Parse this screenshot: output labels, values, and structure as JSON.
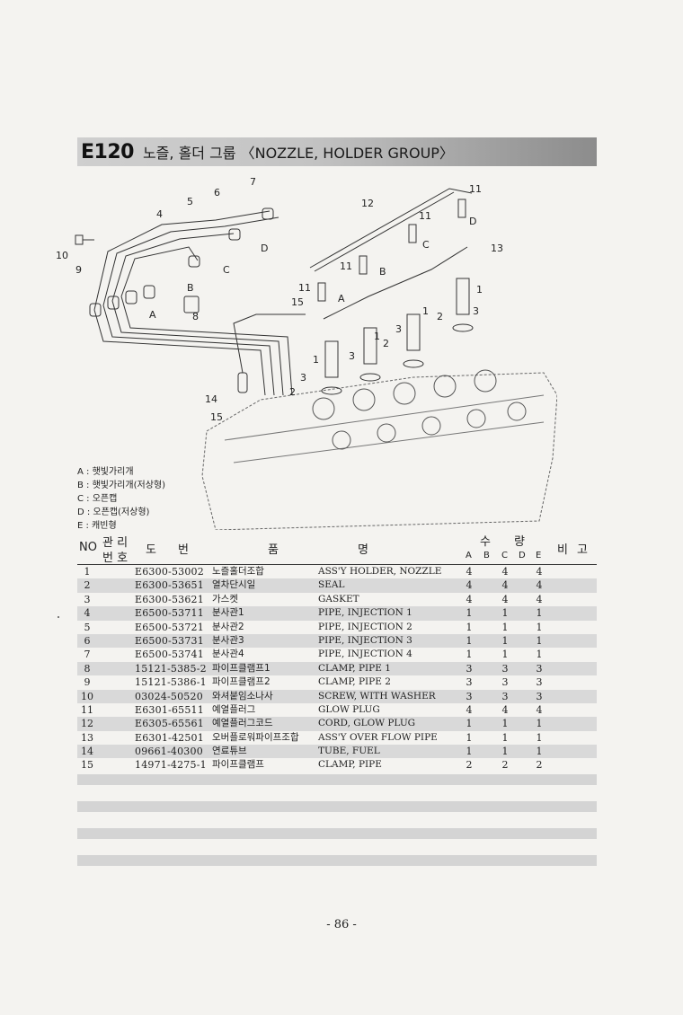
{
  "header": {
    "code": "E120",
    "title": "노즐, 홀더 그룹 〈NOZZLE, HOLDER GROUP〉"
  },
  "legend": [
    "A : 햇빛가리개",
    "B : 햇빛가리개(저상형)",
    "C : 오픈캡",
    "D : 오픈캡(저상형)",
    "E : 캐빈형"
  ],
  "diagram_labels": {
    "n1": "1",
    "n2": "2",
    "n3": "3",
    "n4": "4",
    "n5": "5",
    "n6": "6",
    "n7": "7",
    "n8": "8",
    "n9": "9",
    "n10": "10",
    "n11": "11",
    "n12": "12",
    "n13": "13",
    "n14": "14",
    "n15": "15",
    "la": "A",
    "lb": "B",
    "lc": "C",
    "ld": "D"
  },
  "table": {
    "headers": {
      "no": "NO",
      "mgmt": "관 리",
      "num": "번 호",
      "do": "도",
      "beon": "번",
      "pum": "품",
      "myeong": "명",
      "su": "수",
      "ryang": "량",
      "bi": "비",
      "go": "고",
      "A": "A",
      "B": "B",
      "C": "C",
      "D": "D",
      "E": "E"
    },
    "rows": [
      {
        "no": "1",
        "part": "E6300-53002",
        "kname": "노즐홀더조합",
        "ename": "ASS'Y HOLDER, NOZZLE",
        "a": "4",
        "c": "4",
        "e": "4"
      },
      {
        "no": "2",
        "part": "E6300-53651",
        "kname": "열차단시일",
        "ename": "SEAL",
        "a": "4",
        "c": "4",
        "e": "4"
      },
      {
        "no": "3",
        "part": "E6300-53621",
        "kname": "가스켓",
        "ename": "GASKET",
        "a": "4",
        "c": "4",
        "e": "4"
      },
      {
        "no": "4",
        "part": "E6500-53711",
        "kname": "분사관1",
        "ename": "PIPE, INJECTION 1",
        "a": "1",
        "c": "1",
        "e": "1"
      },
      {
        "no": "5",
        "part": "E6500-53721",
        "kname": "분사관2",
        "ename": "PIPE, INJECTION 2",
        "a": "1",
        "c": "1",
        "e": "1"
      },
      {
        "no": "6",
        "part": "E6500-53731",
        "kname": "분사관3",
        "ename": "PIPE, INJECTION 3",
        "a": "1",
        "c": "1",
        "e": "1"
      },
      {
        "no": "7",
        "part": "E6500-53741",
        "kname": "분사관4",
        "ename": "PIPE, INJECTION 4",
        "a": "1",
        "c": "1",
        "e": "1"
      },
      {
        "no": "8",
        "part": "15121-5385-2",
        "kname": "파이프클램프1",
        "ename": "CLAMP, PIPE 1",
        "a": "3",
        "c": "3",
        "e": "3"
      },
      {
        "no": "9",
        "part": "15121-5386-1",
        "kname": "파이프클램프2",
        "ename": "CLAMP, PIPE 2",
        "a": "3",
        "c": "3",
        "e": "3"
      },
      {
        "no": "10",
        "part": "03024-50520",
        "kname": "와셔붙임소나사",
        "ename": "SCREW, WITH WASHER",
        "a": "3",
        "c": "3",
        "e": "3"
      },
      {
        "no": "11",
        "part": "E6301-65511",
        "kname": "예열플러그",
        "ename": "GLOW PLUG",
        "a": "4",
        "c": "4",
        "e": "4"
      },
      {
        "no": "12",
        "part": "E6305-65561",
        "kname": "예열플러그코드",
        "ename": "CORD, GLOW PLUG",
        "a": "1",
        "c": "1",
        "e": "1"
      },
      {
        "no": "13",
        "part": "E6301-42501",
        "kname": "오버플로워파이프조합",
        "ename": "ASS'Y OVER FLOW PIPE",
        "a": "1",
        "c": "1",
        "e": "1"
      },
      {
        "no": "14",
        "part": "09661-40300",
        "kname": "연료튜브",
        "ename": "TUBE, FUEL",
        "a": "1",
        "c": "1",
        "e": "1"
      },
      {
        "no": "15",
        "part": "14971-4275-1",
        "kname": "파이프클램프",
        "ename": "CLAMP, PIPE",
        "a": "2",
        "c": "2",
        "e": "2"
      }
    ]
  },
  "footer": {
    "page": "- 86 -"
  }
}
